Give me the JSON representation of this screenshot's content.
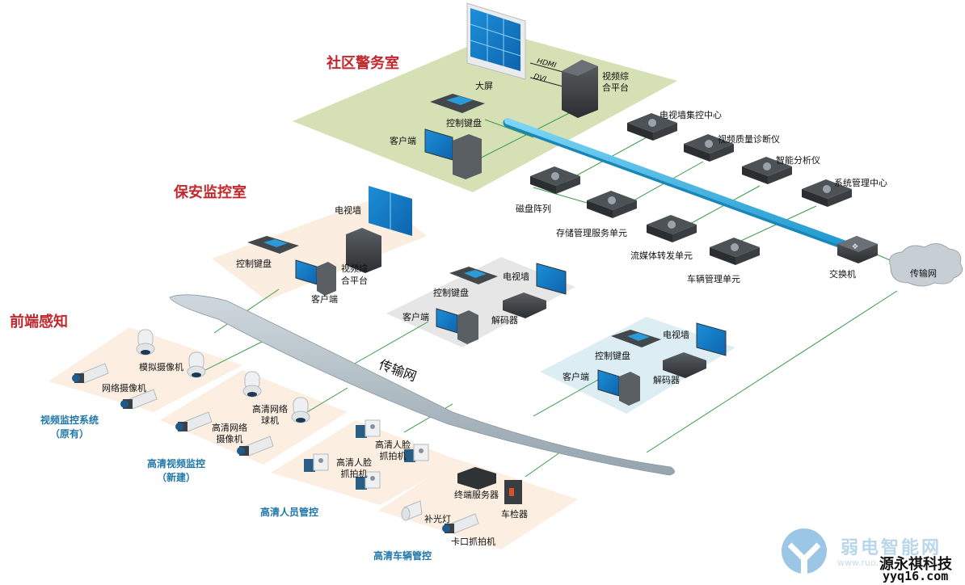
{
  "zones": {
    "police_room": {
      "title": "社区警务室",
      "labels": {
        "big_screen": "大屏",
        "hdmi": "HDMI",
        "dvi": "DVI",
        "video_platform": [
          "视频综",
          "合平台"
        ],
        "control_keyboard": "控制键盘",
        "client": "客户端"
      }
    },
    "security_room": {
      "title": "保安监控室",
      "labels": {
        "tv_wall": "电视墙",
        "control_keyboard": "控制键盘",
        "video_platform": [
          "视频综",
          "合平台"
        ],
        "client": "客户端"
      }
    },
    "monitor_center_1": {
      "labels": {
        "control_keyboard": "控制键盘",
        "tv_wall": "电视墙",
        "client": "客户端",
        "decoder": "解码器"
      }
    },
    "monitor_center_2": {
      "labels": {
        "tv_wall": "电视墙",
        "control_keyboard": "控制键盘",
        "client": "客户端",
        "decoder": "解码器"
      }
    },
    "front_end": {
      "title": "前端感知",
      "groups": [
        {
          "title": [
            "视频监控系统",
            "（原有）"
          ],
          "devices": [
            "模拟摄像机",
            "网络摄像机"
          ]
        },
        {
          "title": [
            "高清视频监控",
            "（新建）"
          ],
          "devices": [
            [
              "高清网络",
              "球机"
            ],
            [
              "高清网络",
              "摄像机"
            ]
          ]
        },
        {
          "title": [
            "高清人员管控"
          ],
          "devices": [
            [
              "高清人脸",
              "抓拍机"
            ],
            [
              "高清人脸",
              "抓拍机"
            ]
          ]
        },
        {
          "title": [
            "高清车辆管控"
          ],
          "devices": [
            "终端服务器",
            "车检器",
            "补光灯",
            "卡口抓拍机"
          ]
        }
      ]
    }
  },
  "servers": {
    "items": [
      {
        "label": "电视墙集控中心",
        "icon": "tv-wall-control-icon"
      },
      {
        "label": "视频质量诊断仪",
        "icon": "video-quality-icon"
      },
      {
        "label": "智能分析仪",
        "icon": "analysis-icon"
      },
      {
        "label": "系统管理中心",
        "icon": "system-management-icon"
      },
      {
        "label": "磁盘阵列",
        "icon": "disk-array-icon"
      },
      {
        "label": "存储管理服务单元",
        "icon": "storage-icon"
      },
      {
        "label": "流媒体转发单元",
        "icon": "streaming-icon"
      },
      {
        "label": "车辆管理单元",
        "icon": "vehicle-icon"
      }
    ],
    "switch_label": "交换机"
  },
  "network": {
    "backbone_label": "传输网",
    "cloud_label": "传输网"
  },
  "colors": {
    "zone_title": "#c0282d",
    "sub_title": "#1f77a8",
    "police_floor": "#d5e1b4",
    "security_floor": "#fbeee0",
    "center1_floor": "#e6e6e6",
    "center2_floor": "#dcedf3",
    "front_floor": "#fcefe2",
    "backbone": "#b8c4cc",
    "link": "#3a9a4a",
    "fiber": "#3fb4e3"
  },
  "watermark": {
    "faint_text": "弱电智能网",
    "faint_url": "www.ruo...",
    "company": "源永祺科技",
    "url": "yyq16.com"
  }
}
